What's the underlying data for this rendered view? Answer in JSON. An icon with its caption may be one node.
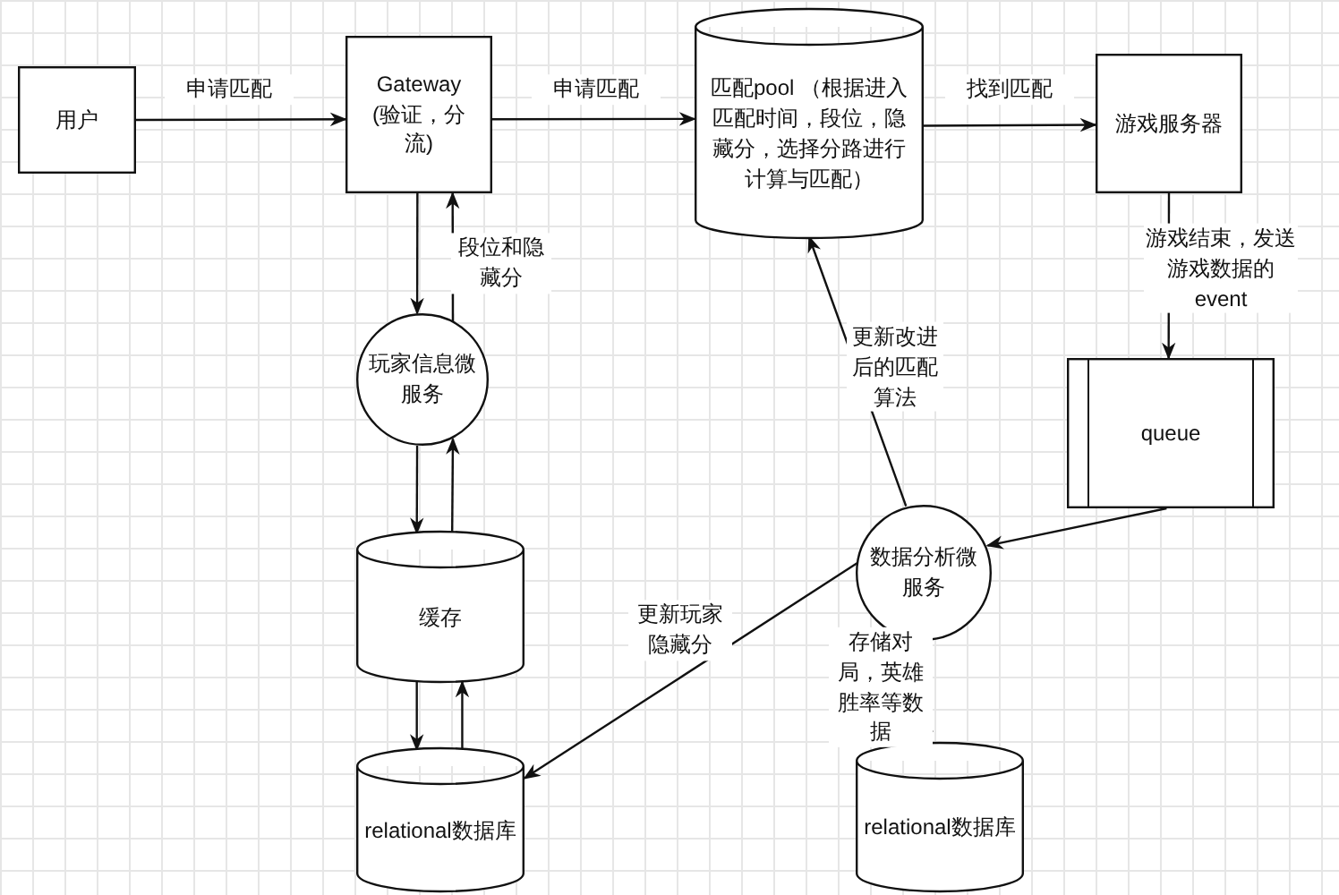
{
  "diagram": {
    "nodes": [
      {
        "text": [
          "用户"
        ]
      },
      {
        "text": [
          "Gateway (验证，分流)"
        ]
      },
      {
        "text": [
          "匹配pool （根据进入匹配时间，段位，隐藏分，选择分路进行计算与匹配）"
        ]
      },
      {
        "text": [
          "游戏服务器"
        ]
      },
      {
        "text": [
          "queue"
        ]
      },
      {
        "text": [
          "玩家信息微服务"
        ]
      },
      {
        "text": [
          "缓存"
        ]
      },
      {
        "text": [
          "relational数据库"
        ]
      },
      {
        "text": [
          "数据分析微服务"
        ]
      },
      {
        "text": [
          "relational数据库"
        ]
      }
    ],
    "edges": [
      {
        "from": 0,
        "to": 1,
        "arrow": "to",
        "label": "申请匹配"
      },
      {
        "from": 1,
        "to": 2,
        "arrow": "to",
        "label": "申请匹配"
      },
      {
        "from": 2,
        "to": 3,
        "arrow": "to",
        "label": "找到匹配"
      },
      {
        "from": 3,
        "to": 4,
        "arrow": "to",
        "label": "游戏结束，发送游戏数据的event"
      },
      {
        "from": 4,
        "to": 8,
        "arrow": "to"
      },
      {
        "from": 8,
        "to": 2,
        "arrow": "to",
        "label": "更新改进后的匹配算法"
      },
      {
        "from": 8,
        "to": 7,
        "arrow": "to",
        "label": "更新玩家隐藏分"
      },
      {
        "from": 8,
        "to": 9,
        "arrow": "to",
        "label": "存储对局，英雄胜率等数据"
      },
      {
        "from": 1,
        "to": 5,
        "arrow": "to"
      },
      {
        "from": 5,
        "to": 1,
        "arrow": "to",
        "label": "段位和隐藏分"
      },
      {
        "from": 5,
        "to": 6,
        "arrow": "to"
      },
      {
        "from": 6,
        "to": 5,
        "arrow": "to"
      },
      {
        "from": 6,
        "to": 7,
        "arrow": "to"
      },
      {
        "from": 7,
        "to": 6,
        "arrow": "to"
      }
    ]
  }
}
